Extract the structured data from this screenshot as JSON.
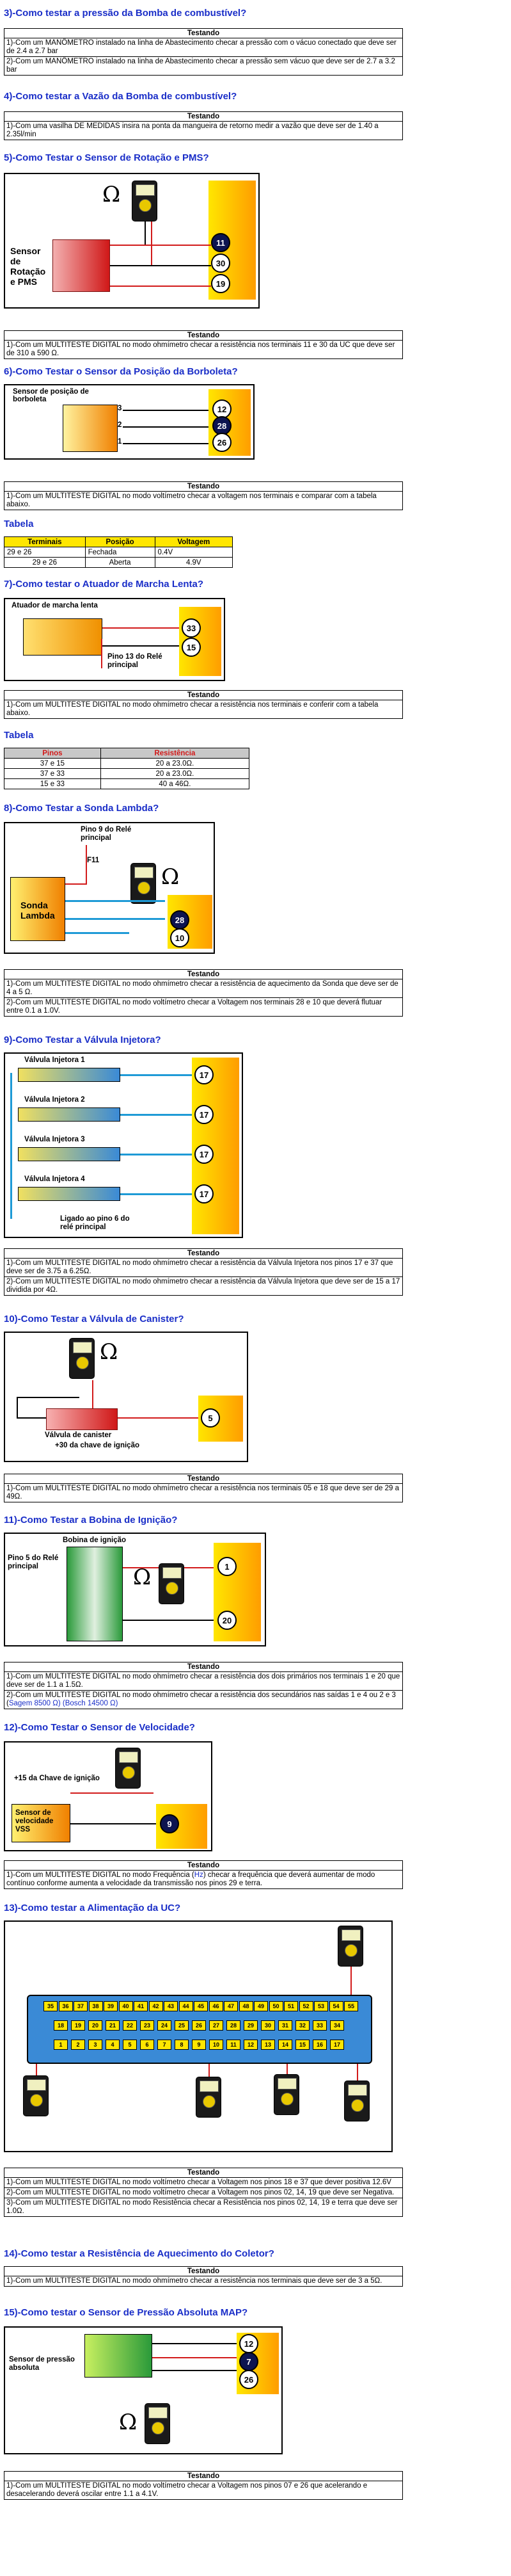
{
  "s3": {
    "title": "3)-Como testar a pressão da Bomba de combustível?",
    "header": "Testando",
    "rows": [
      "1)-Com um MANÔMETRO instalado na linha de Abastecimento checar a pressão com o vácuo conectado que deve ser de 2.4 a 2.7  bar",
      "2)-Com um MANÔMETRO instalado na linha de Abastecimento checar a pressão  sem vácuo que deve ser de 2.7 a 3.2  bar"
    ]
  },
  "s4": {
    "title": "4)-Como testar a Vazão da Bomba de   combustível?",
    "header": "Testando",
    "rows": [
      "1)-Com uma vasilha DE MEDIDAS insira na ponta da mangueira de retorno medir a vazão que deve ser de 1.40 a 2.35l/min"
    ]
  },
  "s5": {
    "title": "5)-Como Testar o Sensor de Rotação e PMS?",
    "sensor_label": "Sensor de Rotação e PMS",
    "pins": [
      "11",
      "30",
      "19"
    ],
    "omega": "Ω",
    "header": "Testando",
    "rows": [
      "1)-Com um MULTITESTE DIGITAL no modo ohmímetro checar  a resistência  nos terminais 11 e 30 da UC que deve ser  de 310 a 590 Ω."
    ]
  },
  "s6": {
    "title": "6)-Como Testar o Sensor da Posição da Borboleta?",
    "sensor_label": "Sensor de posição de borboleta",
    "pins": [
      "12",
      "28",
      "26"
    ],
    "wire_nums": [
      "3",
      "2",
      "1"
    ],
    "header": "Testando",
    "rows": [
      "1)-Com um MULTITESTE DIGITAL no modo voltímetro checar  a voltagem  nos terminais e comparar com a tabela abaixo."
    ]
  },
  "tabela1": {
    "title": "Tabela",
    "headers": [
      "Terminais",
      "Posição",
      "Voltagem"
    ],
    "rows": [
      [
        "29 e 26",
        "Fechada",
        "0.4V"
      ],
      [
        "29 e 26",
        "Aberta",
        "4.9V"
      ]
    ]
  },
  "s7": {
    "title": "7)-Como testar o Atuador de Marcha Lenta?",
    "sensor_label": "Atuador de marcha lenta",
    "pins": [
      "33",
      "15"
    ],
    "relay_label": "Pino 13 do Relé principal",
    "header": "Testando",
    "rows": [
      "1)-Com um MULTITESTE DIGITAL no modo ohmímetro checar  a resistência  nos terminais e conferir com a tabela abaixo."
    ]
  },
  "tabela2": {
    "title": "Tabela",
    "headers": [
      "Pinos",
      "Resistência"
    ],
    "rows": [
      [
        "37 e 15",
        "20 a 23.0Ω."
      ],
      [
        "37 e 33",
        "20 a 23.0Ω."
      ],
      [
        "15 e 33",
        "40 a 46Ω."
      ]
    ]
  },
  "s8": {
    "title": "8)-Como Testar a Sonda Lambda?",
    "relay_label": "Pino 9 do Relé principal",
    "fuse": "F11",
    "sensor_label": "Sonda Lambda",
    "pins": [
      "28",
      "10"
    ],
    "header": "Testando",
    "rows": [
      "1)-Com um MULTITESTE DIGITAL no modo ohmímetro checar  a resistência  de aquecimento da Sonda que deve ser de 4 a 5 Ω.",
      "2)-Com um MULTITESTE DIGITAL no modo voltímetro checar  a Voltagem  nos terminais 28 e 10 que deverá flutuar entre 0.1 a 1.0V."
    ]
  },
  "s9": {
    "title": "9)-Como Testar a Válvula Injetora?",
    "injectors": [
      "Válvula Injetora 1",
      "Válvula Injetora 2",
      "Válvula Injetora 3",
      "Válvula Injetora 4"
    ],
    "pins": [
      "17",
      "17",
      "17",
      "17"
    ],
    "relay_label": "Ligado ao pino 6 do relé principal",
    "header": "Testando",
    "rows": [
      "1)-Com um MULTITESTE DIGITAL no modo ohmímetro checar  a resistência  da Válvula Injetora  nos pinos 17 e 37 que deve ser de 3.75 a 6.25Ω.",
      "2)-Com um MULTITESTE DIGITAL no modo ohmímetro checar  a resistência  da Válvula Injetora  que deve ser de 15 a 17 dividida por 4Ω."
    ]
  },
  "s10": {
    "title": "10)-Como Testar a Válvula de Canister?",
    "sensor_label": "Válvula de canister",
    "ign_label": "+30 da chave de ignição",
    "pins": [
      "5"
    ],
    "header": "Testando",
    "rows": [
      "1)-Com um MULTITESTE DIGITAL no modo ohmímetro checar  a resistência  nos terminais 05 e 18 que deve ser de 29 a 49Ω."
    ]
  },
  "s11": {
    "title": "11)-Como Testar a Bobina de Ignição?",
    "coil_label": "Bobina de ignição",
    "relay_label": "Pino 5 do Relé principal",
    "pins": [
      "1",
      "20"
    ],
    "header": "Testando",
    "row1": "1)-Com um MULTITESTE DIGITAL no modo ohmímetro checar  a resistência  dos dois primários nos terminais 1 e 20 que deve ser de 1.1 a 1.5Ω.",
    "row2_a": "2)-Com um MULTITESTE DIGITAL no modo ohmímetro checar  a resistência  dos secundários nas saídas 1 e 4  ou 2 e 3 (",
    "row2_b": "Sagem 8500 Ω) (Bosch  14500 Ω)"
  },
  "s12": {
    "title": "12)-Como Testar o Sensor de Velocidade?",
    "ign_label": "+15 da Chave de ignição",
    "sensor_label": "Sensor de velocidade VSS",
    "pins": [
      "9"
    ],
    "header": "Testando",
    "row1_a": "1)-Com um MULTITESTE DIGITAL no modo Frequência (",
    "row1_hz": "Hz",
    "row1_b": ") checar a frequência que deverá aumentar de modo contínuo conforme aumenta a velocidade da transmissão nos pinos 29 e terra."
  },
  "s13": {
    "title": "13)-Como testar a Alimentação da UC?",
    "ecu_top": [
      "35",
      "36",
      "37",
      "38",
      "39",
      "40",
      "41",
      "42",
      "43",
      "44",
      "45",
      "46",
      "47",
      "48",
      "49",
      "50",
      "51",
      "52",
      "53",
      "54",
      "55"
    ],
    "ecu_mid": [
      "18",
      "19",
      "20",
      "21",
      "22",
      "23",
      "24",
      "25",
      "26",
      "27",
      "28",
      "29",
      "30",
      "31",
      "32",
      "33",
      "34"
    ],
    "ecu_bot": [
      "1",
      "2",
      "3",
      "4",
      "5",
      "6",
      "7",
      "8",
      "9",
      "10",
      "11",
      "12",
      "13",
      "14",
      "15",
      "16",
      "17"
    ],
    "header": "Testando",
    "rows": [
      "1)-Com um MULTITESTE DIGITAL no modo voltímetro checar  a  Voltagem  nos pinos 18 e 37 que dever positiva 12.6V",
      "2)-Com um MULTITESTE DIGITAL no modo voltímetro checar  a  Voltagem  nos pinos 02, 14, 19 que deve ser Negativa.",
      "3)-Com um MULTITESTE DIGITAL no modo Resistência  checar  a  Resistência  nos pinos 02, 14, 19 e terra que deve ser 1.0Ω."
    ]
  },
  "s14": {
    "title": "14)-Como testar a Resistência de Aquecimento do Coletor?",
    "header": "Testando",
    "rows": [
      "1)-Com um MULTITESTE DIGITAL no modo ohmímetro checar  a resistência  nos terminais  que deve ser de 3 a 5Ω."
    ]
  },
  "s15": {
    "title": "15)-Como testar o Sensor de Pressão Absoluta MAP?",
    "sensor_label": "Sensor de pressão absoluta",
    "pins": [
      "12",
      "7",
      "26"
    ],
    "header": "Testando",
    "rows": [
      "1)-Com um MULTITESTE DIGITAL no modo voltímetro checar  a  Voltagem  nos pinos 07 e 26 que acelerando e desacelerando deverá oscilar entre 1.1 a 4.1V."
    ]
  }
}
